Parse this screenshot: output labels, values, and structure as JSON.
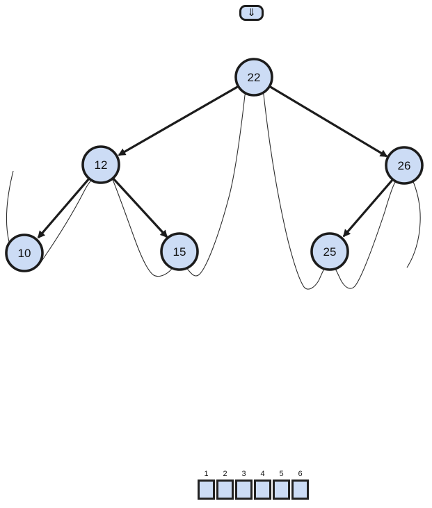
{
  "controls": {
    "step_button_glyph": "⇓"
  },
  "tree": {
    "nodes": [
      {
        "value": "22"
      },
      {
        "value": "12"
      },
      {
        "value": "26"
      },
      {
        "value": "10"
      },
      {
        "value": "15"
      },
      {
        "value": "25"
      }
    ],
    "edges": [
      {
        "from": "22",
        "to": "12"
      },
      {
        "from": "22",
        "to": "26"
      },
      {
        "from": "12",
        "to": "10"
      },
      {
        "from": "12",
        "to": "15"
      },
      {
        "from": "26",
        "to": "25"
      }
    ]
  },
  "array": {
    "index_labels": [
      "1",
      "2",
      "3",
      "4",
      "5",
      "6"
    ],
    "cells": [
      "",
      "",
      "",
      "",
      "",
      ""
    ]
  },
  "colors": {
    "node_fill": "#ccdcf5",
    "node_border": "#1c1c1c",
    "edge": "#1c1c1c",
    "traversal_path": "#2e2e2e",
    "background": "#ffffff"
  }
}
